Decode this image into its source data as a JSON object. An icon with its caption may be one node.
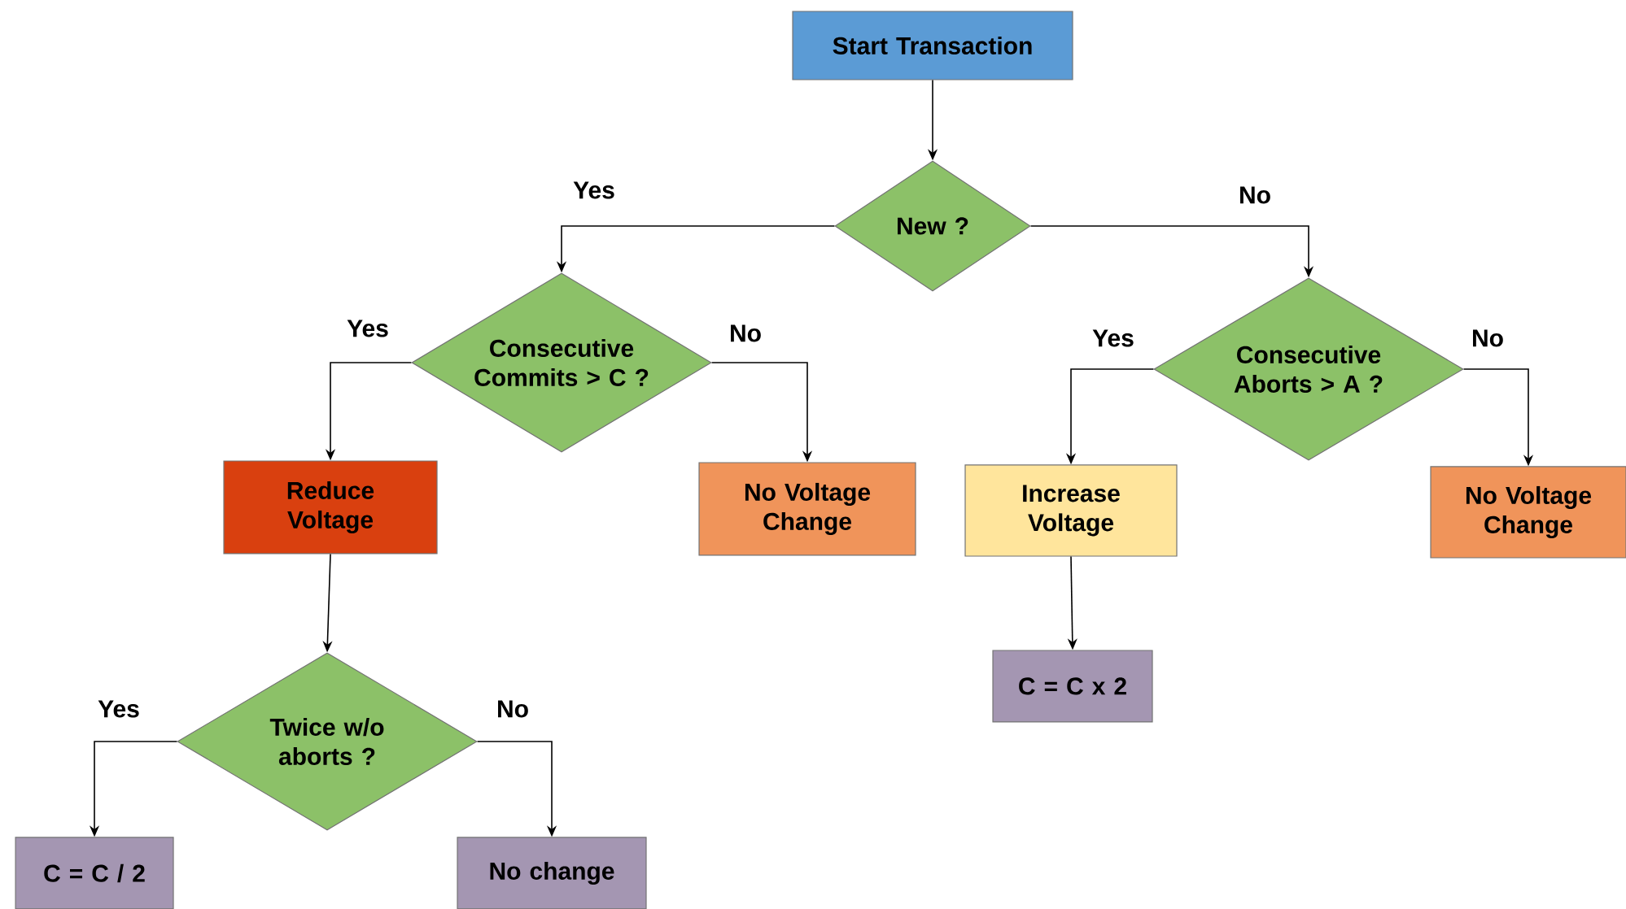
{
  "diagram": {
    "nodes": [
      {
        "text": [
          "Start Transaction"
        ]
      },
      {
        "text": [
          "New ?"
        ]
      },
      {
        "text": [
          "Consecutive Commits > C ?"
        ]
      },
      {
        "text": [
          "Reduce Voltage"
        ]
      },
      {
        "text": [
          "No Voltage Change"
        ]
      },
      {
        "text": [
          "Twice w/o aborts ?"
        ]
      },
      {
        "text": [
          "C = C / 2"
        ]
      },
      {
        "text": [
          "No change"
        ]
      },
      {
        "text": [
          "Consecutive Aborts > A ?"
        ]
      },
      {
        "text": [
          "Increase Voltage"
        ]
      },
      {
        "text": [
          "No Voltage Change"
        ]
      },
      {
        "text": [
          "C = C x 2"
        ]
      }
    ],
    "edges": [
      {
        "from": 0,
        "to": 1,
        "arrow": "to"
      },
      {
        "from": 1,
        "to": 2,
        "arrow": "to",
        "label": "Yes"
      },
      {
        "from": 1,
        "to": 8,
        "arrow": "to",
        "label": "No"
      },
      {
        "from": 2,
        "to": 3,
        "arrow": "to",
        "label": "Yes"
      },
      {
        "from": 2,
        "to": 4,
        "arrow": "to",
        "label": "No"
      },
      {
        "from": 3,
        "to": 5,
        "arrow": "to"
      },
      {
        "from": 5,
        "to": 6,
        "arrow": "to",
        "label": "Yes"
      },
      {
        "from": 5,
        "to": 7,
        "arrow": "to",
        "label": "No"
      },
      {
        "from": 8,
        "to": 9,
        "arrow": "to",
        "label": "Yes"
      },
      {
        "from": 8,
        "to": 10,
        "arrow": "to",
        "label": "No"
      },
      {
        "from": 9,
        "to": 11,
        "arrow": "to"
      }
    ]
  }
}
